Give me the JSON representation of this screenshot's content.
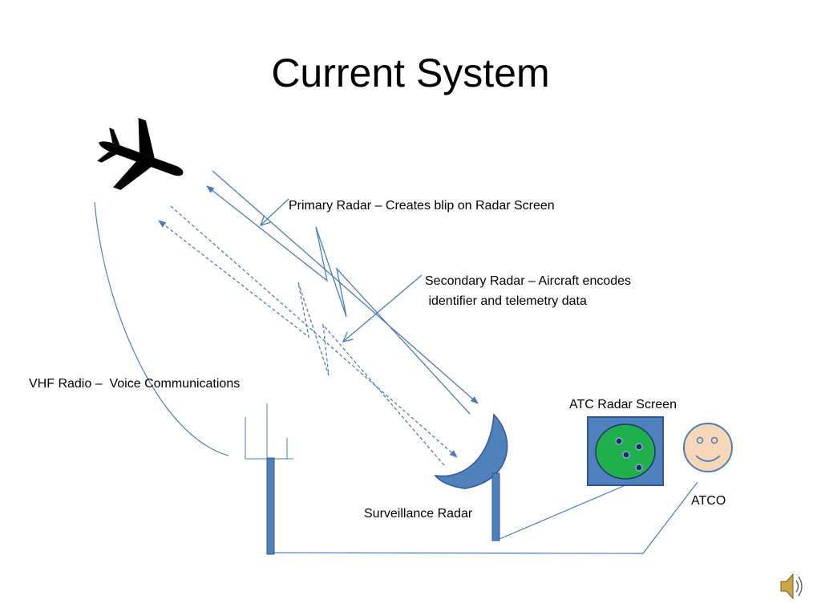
{
  "slide": {
    "title": "Current System"
  },
  "labels": {
    "primary_radar": "Primary Radar – Creates blip on Radar Screen",
    "secondary_radar_line1": "Secondary Radar – Aircraft encodes",
    "secondary_radar_line2": " identifier and telemetry data",
    "vhf_radio": "VHF Radio –  Voice Communications",
    "atc_radar_screen": "ATC Radar Screen",
    "surveillance_radar": "Surveillance Radar",
    "atco": "ATCO"
  },
  "colors": {
    "line": "#4a7ebb",
    "dish": "#4f81bd",
    "dish_outline": "#2f5597",
    "screen_frame": "#4f81bd",
    "screen_fill": "#1fb04c",
    "blip": "#1f2a6b",
    "face_fill": "#f8d7b8",
    "face_outline": "#4a7ebb",
    "mast": "#4f81bd"
  },
  "icons": {
    "aircraft": "airplane-icon",
    "speaker": "speaker-icon"
  }
}
